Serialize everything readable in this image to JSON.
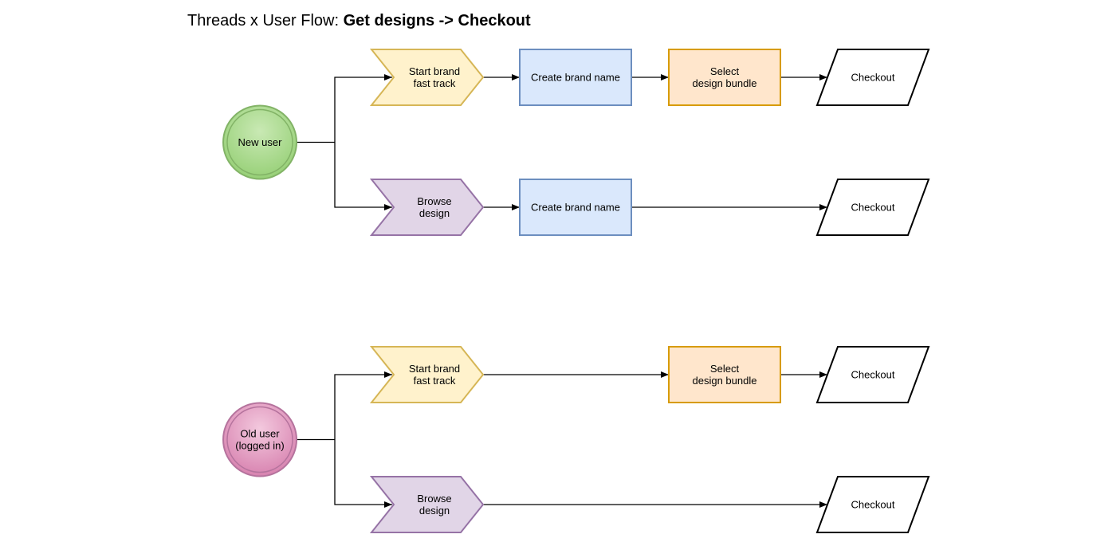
{
  "title": {
    "prefix": "Threads x User Flow: ",
    "emphasis": "Get designs -> Checkout"
  },
  "colors": {
    "start_fill": "#a7d893",
    "start_stroke": "#82b366",
    "old_user_fill": "#e6a6c8",
    "old_user_stroke": "#b5739d",
    "fast_track_fill": "#fff2cc",
    "fast_track_stroke": "#d6b656",
    "browse_fill": "#e1d5e7",
    "browse_stroke": "#9673a6",
    "brand_name_fill": "#dae8fc",
    "brand_name_stroke": "#6c8ebf",
    "bundle_fill": "#ffe6cc",
    "bundle_stroke": "#d79b00",
    "checkout_fill": "#ffffff",
    "checkout_stroke": "#000000",
    "edge": "#000000"
  },
  "flows": [
    {
      "user": {
        "lines": [
          "New user"
        ],
        "variant": "new"
      },
      "branches": [
        {
          "steps": [
            {
              "kind": "fast_track",
              "lines": [
                "Start brand",
                "fast track"
              ]
            },
            {
              "kind": "brand_name",
              "lines": [
                "Create brand name"
              ]
            },
            {
              "kind": "bundle",
              "lines": [
                "Select",
                "design bundle"
              ]
            },
            {
              "kind": "checkout",
              "lines": [
                "Checkout"
              ]
            }
          ]
        },
        {
          "steps": [
            {
              "kind": "browse",
              "lines": [
                "Browse",
                "design"
              ]
            },
            {
              "kind": "brand_name",
              "lines": [
                "Create brand name"
              ]
            },
            {
              "kind": "checkout",
              "lines": [
                "Checkout"
              ]
            }
          ]
        }
      ]
    },
    {
      "user": {
        "lines": [
          "Old user",
          "(logged in)"
        ],
        "variant": "old"
      },
      "branches": [
        {
          "steps": [
            {
              "kind": "fast_track",
              "lines": [
                "Start brand",
                "fast track"
              ]
            },
            {
              "kind": "bundle",
              "lines": [
                "Select",
                "design bundle"
              ]
            },
            {
              "kind": "checkout",
              "lines": [
                "Checkout"
              ]
            }
          ]
        },
        {
          "steps": [
            {
              "kind": "browse",
              "lines": [
                "Browse",
                "design"
              ]
            },
            {
              "kind": "checkout",
              "lines": [
                "Checkout"
              ]
            }
          ]
        }
      ]
    }
  ]
}
